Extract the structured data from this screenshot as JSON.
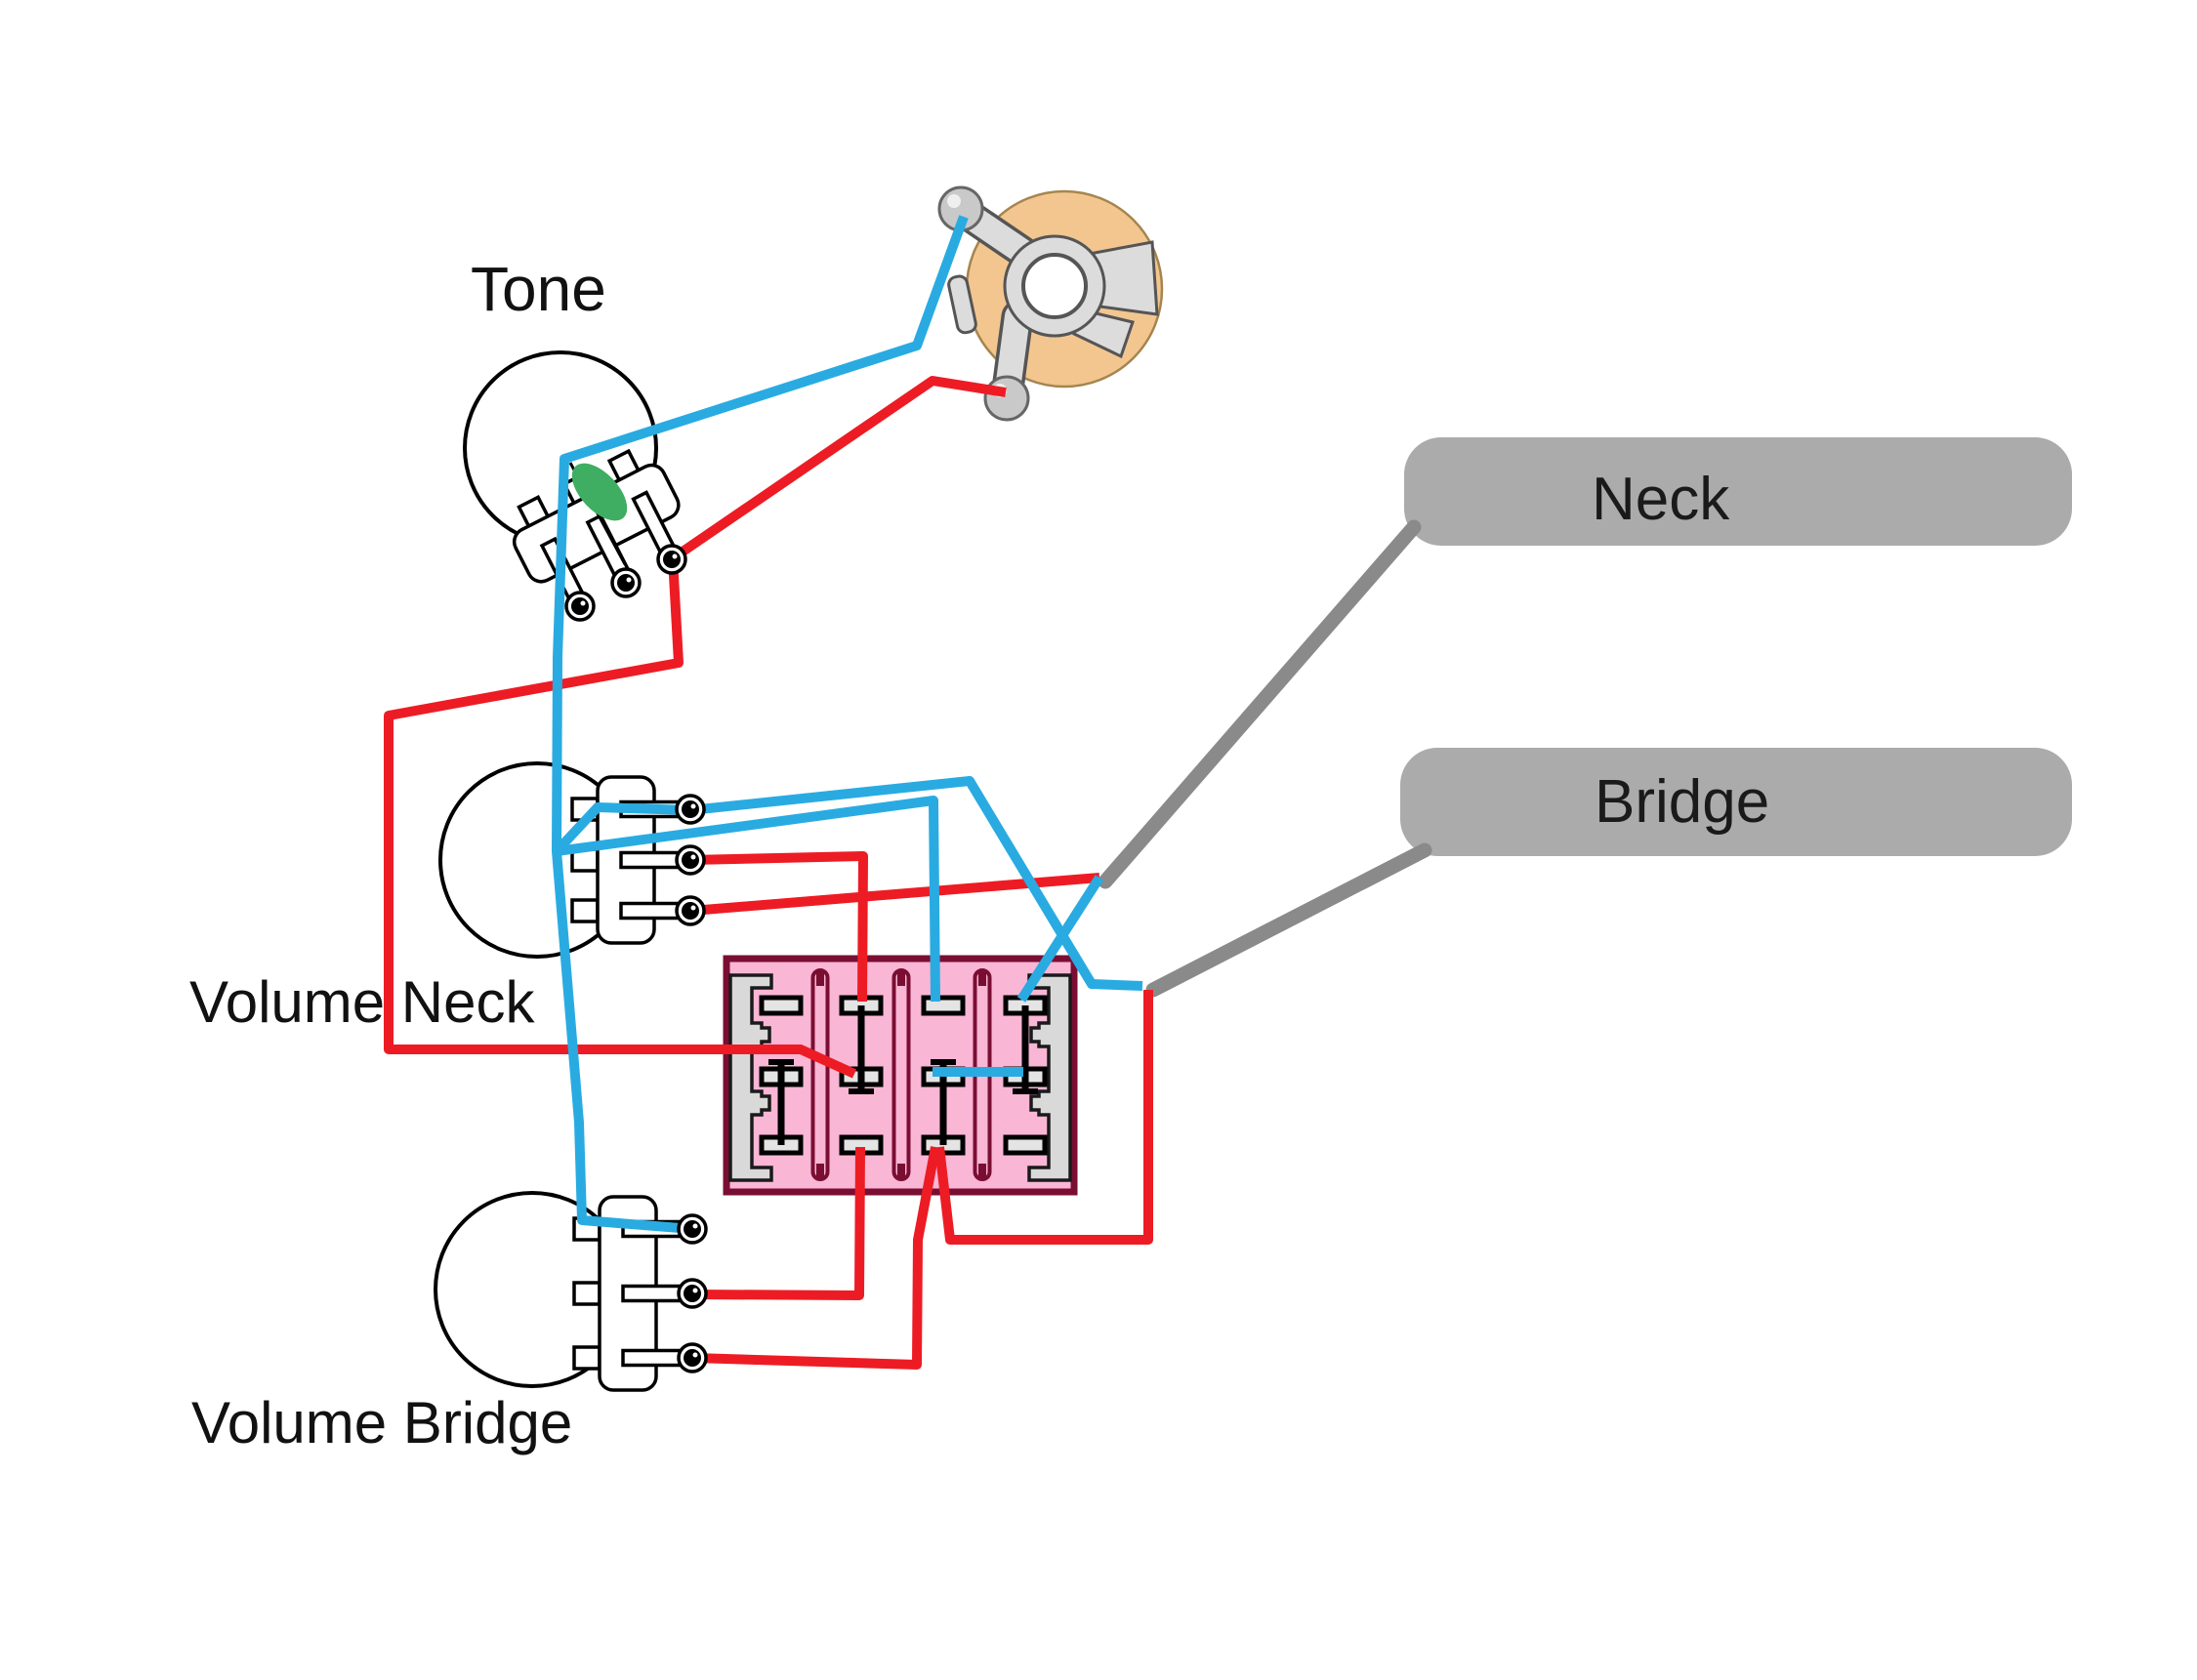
{
  "labels": {
    "tone": "Tone",
    "volume_neck": "Volume Neck",
    "volume_bridge": "Volume Bridge",
    "pickup_neck": "Neck",
    "pickup_bridge": "Bridge"
  },
  "colors": {
    "wire_hot_red": "#ed1c24",
    "wire_ground_blue": "#29abe2",
    "pickup_wire_gray": "#8a8a8a",
    "pickup_box_gray": "#ababab",
    "switch_body_pink": "#f9b6d5",
    "switch_border_maroon": "#7a0e32",
    "jack_body_tan": "#f3c690",
    "capacitor_green": "#3fae62"
  }
}
